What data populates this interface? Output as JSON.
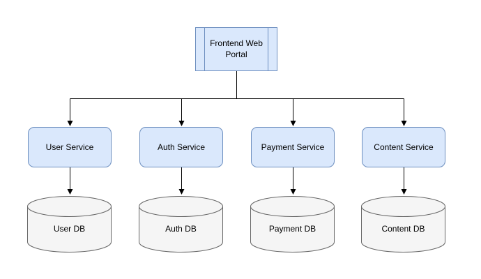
{
  "diagram": {
    "type": "architecture-flowchart",
    "frontend": {
      "label": "Frontend Web Portal",
      "shape": "process"
    },
    "services": [
      {
        "label": "User Service",
        "db_label": "User DB"
      },
      {
        "label": "Auth Service",
        "db_label": "Auth DB"
      },
      {
        "label": "Payment Service",
        "db_label": "Payment DB"
      },
      {
        "label": "Content Service",
        "db_label": "Content DB"
      }
    ],
    "colors": {
      "node_fill": "#dae8fc",
      "node_stroke": "#6c8ebf",
      "db_fill": "#f5f5f5",
      "db_stroke": "#666666",
      "connector": "#000000",
      "background": "#ffffff"
    }
  }
}
